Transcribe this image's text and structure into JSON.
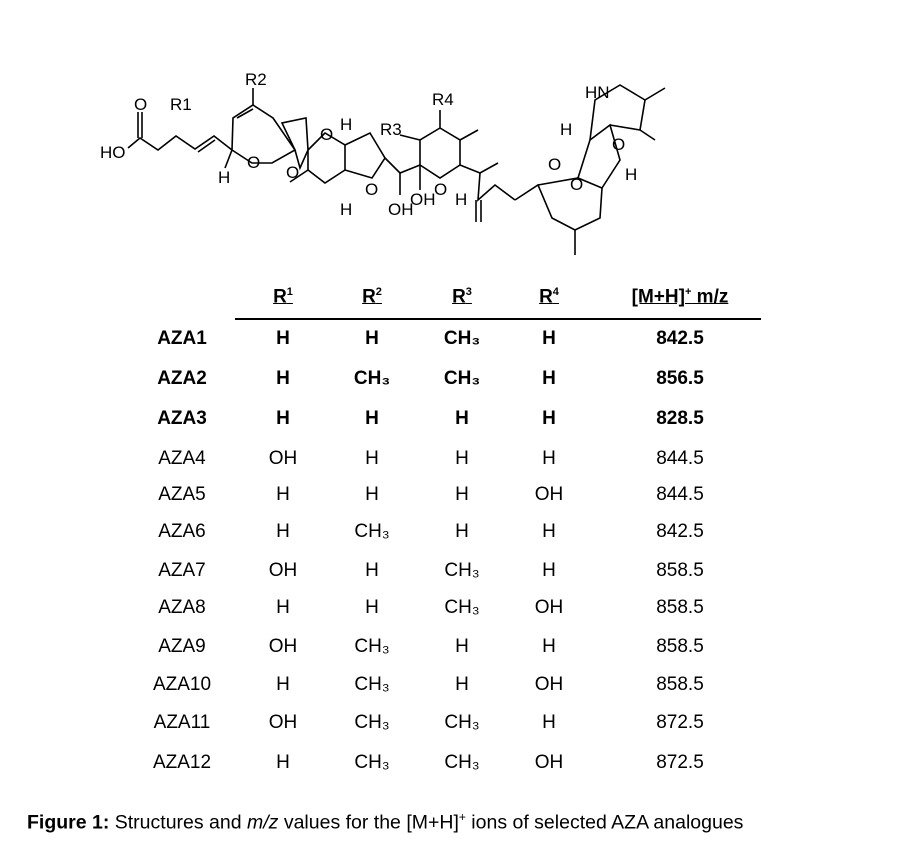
{
  "structure": {
    "labels": {
      "ho": "HO",
      "o_carbonyl": "O",
      "r1": "R1",
      "r2": "R2",
      "r3": "R3",
      "r4": "R4",
      "h": "H",
      "o": "O",
      "oh": "OH",
      "hn": "HN"
    }
  },
  "table": {
    "headers": {
      "r1": "R",
      "r1_sup": "1",
      "r2": "R",
      "r2_sup": "2",
      "r3": "R",
      "r3_sup": "3",
      "r4": "R",
      "r4_sup": "4",
      "mz": "[M+H]",
      "mz_sup": "+",
      "mz_suffix": " m/z"
    },
    "rows": [
      {
        "name": "AZA1",
        "r1": "H",
        "r2": "H",
        "r3": "CH₃",
        "r4": "H",
        "mz": "842.5",
        "bold": true
      },
      {
        "name": "AZA2",
        "r1": "H",
        "r2": "CH₃",
        "r3": "CH₃",
        "r4": "H",
        "mz": "856.5",
        "bold": true
      },
      {
        "name": "AZA3",
        "r1": "H",
        "r2": "H",
        "r3": "H",
        "r4": "H",
        "mz": "828.5",
        "bold": true
      },
      {
        "name": "AZA4",
        "r1": "OH",
        "r2": "H",
        "r3": "H",
        "r4": "H",
        "mz": "844.5",
        "bold": false
      },
      {
        "name": "AZA5",
        "r1": "H",
        "r2": "H",
        "r3": "H",
        "r4": "OH",
        "mz": "844.5",
        "bold": false
      },
      {
        "name": "AZA6",
        "r1": "H",
        "r2": "CH₃",
        "r3": "H",
        "r4": "H",
        "mz": "842.5",
        "bold": false
      },
      {
        "name": "AZA7",
        "r1": "OH",
        "r2": "H",
        "r3": "CH₃",
        "r4": "H",
        "mz": "858.5",
        "bold": false
      },
      {
        "name": "AZA8",
        "r1": "H",
        "r2": "H",
        "r3": "CH₃",
        "r4": "OH",
        "mz": "858.5",
        "bold": false
      },
      {
        "name": "AZA9",
        "r1": "OH",
        "r2": "CH₃",
        "r3": "H",
        "r4": "H",
        "mz": "858.5",
        "bold": false
      },
      {
        "name": "AZA10",
        "r1": "H",
        "r2": "CH₃",
        "r3": "H",
        "r4": "OH",
        "mz": "858.5",
        "bold": false
      },
      {
        "name": "AZA11",
        "r1": "OH",
        "r2": "CH₃",
        "r3": "CH₃",
        "r4": "H",
        "mz": "872.5",
        "bold": false
      },
      {
        "name": "AZA12",
        "r1": "H",
        "r2": "CH₃",
        "r3": "CH₃",
        "r4": "OH",
        "mz": "872.5",
        "bold": false
      }
    ]
  },
  "caption": {
    "label": "Figure 1:",
    "text_a": " Structures and ",
    "italic": "m/z",
    "text_b": " values for the [M+H]",
    "sup": "+",
    "text_c": " ions of selected AZA analogues"
  }
}
